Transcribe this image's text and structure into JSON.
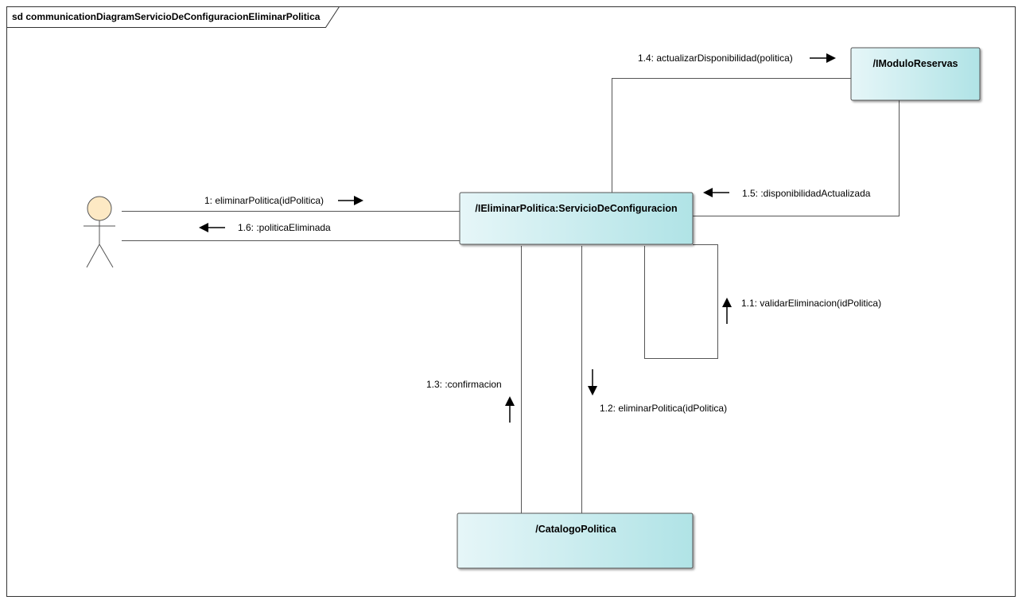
{
  "frame": {
    "label": "sd communicationDiagramServicioDeConfiguracionEliminarPolitica"
  },
  "colors": {
    "node_fill_light": "#e6f6f8",
    "node_fill_dark": "#b0e3e6",
    "node_border": "#555555",
    "actor_head": "#fde9c4",
    "line": "#555555",
    "frame_border": "#333333"
  },
  "nodes": {
    "servicio": {
      "name": "/IEliminarPolitica:ServicioDeConfiguracion"
    },
    "reservas": {
      "name": "/IModuloReservas"
    },
    "catalogo": {
      "name": "/CatalogoPolitica"
    }
  },
  "actor": {
    "name": ""
  },
  "messages": {
    "m1": {
      "label": "1: eliminarPolitica(idPolitica)",
      "direction": "right"
    },
    "m16": {
      "label": "1.6: :politicaEliminada",
      "direction": "left"
    },
    "m14": {
      "label": "1.4: actualizarDisponibilidad(politica)",
      "direction": "right"
    },
    "m15": {
      "label": "1.5: :disponibilidadActualizada",
      "direction": "left"
    },
    "m11": {
      "label": "1.1: validarEliminacion(idPolitica)",
      "direction": "up"
    },
    "m12": {
      "label": "1.2: eliminarPolitica(idPolitica)",
      "direction": "down"
    },
    "m13": {
      "label": "1.3: :confirmacion",
      "direction": "up"
    }
  }
}
